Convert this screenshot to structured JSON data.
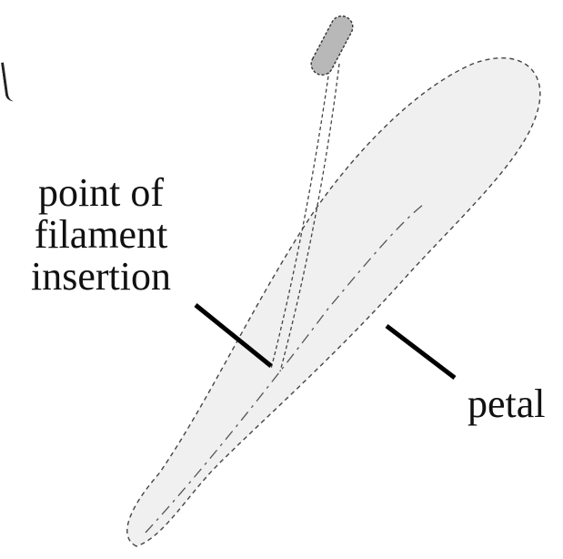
{
  "labels": {
    "insertion_line1": "point of",
    "insertion_line2": "filament",
    "insertion_line3": "insertion",
    "petal": "petal"
  },
  "colors": {
    "petal_fill": "#f0f0f0",
    "outline": "#444444",
    "anther_fill": "#b8b8b8",
    "leader": "#000000"
  }
}
